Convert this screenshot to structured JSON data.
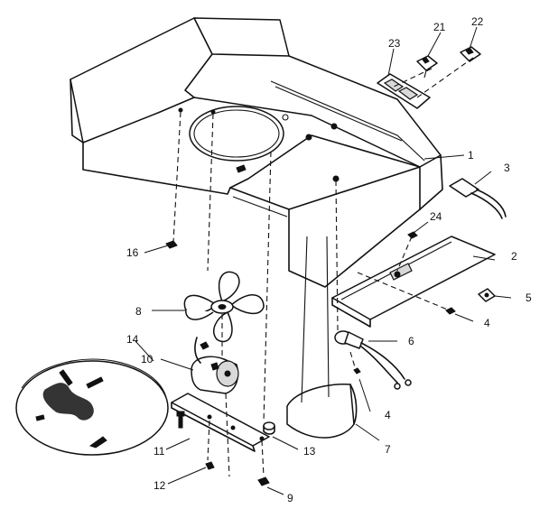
{
  "parts": [
    {
      "id": "part-1",
      "number": "1"
    },
    {
      "id": "part-2",
      "number": "2"
    },
    {
      "id": "part-3",
      "number": "3"
    },
    {
      "id": "part-4a",
      "number": "4"
    },
    {
      "id": "part-4b",
      "number": "4"
    },
    {
      "id": "part-5",
      "number": "5"
    },
    {
      "id": "part-6",
      "number": "6"
    },
    {
      "id": "part-7",
      "number": "7"
    },
    {
      "id": "part-8",
      "number": "8"
    },
    {
      "id": "part-9",
      "number": "9"
    },
    {
      "id": "part-10",
      "number": "10"
    },
    {
      "id": "part-11",
      "number": "11"
    },
    {
      "id": "part-12",
      "number": "12"
    },
    {
      "id": "part-13",
      "number": "13"
    },
    {
      "id": "part-14",
      "number": "14"
    },
    {
      "id": "part-16",
      "number": "16"
    },
    {
      "id": "part-21",
      "number": "21"
    },
    {
      "id": "part-22",
      "number": "22"
    },
    {
      "id": "part-23",
      "number": "23"
    },
    {
      "id": "part-24",
      "number": "24"
    }
  ]
}
